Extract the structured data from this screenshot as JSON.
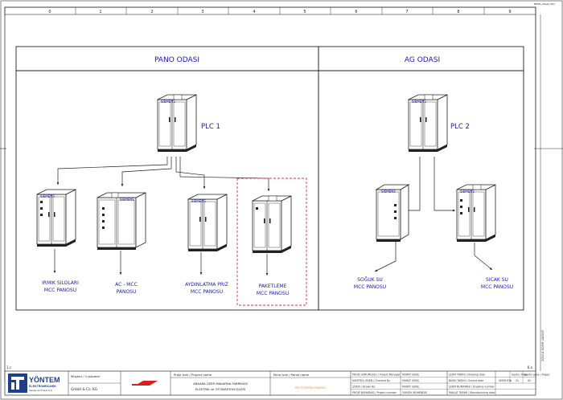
{
  "sheet": {
    "top_ruler": [
      "0",
      "1",
      "2",
      "3",
      "4",
      "5",
      "6",
      "7",
      "8",
      "9"
    ],
    "corner_mark": "NEMA_Sheet_001",
    "left_marker": "1.c",
    "right_marker": "6.a",
    "side_note": "2014 A ROOM LAYOUT"
  },
  "rooms": {
    "pano_odasi": "PANO ODASI",
    "ag_odasi": "AG ODASI"
  },
  "plcs": {
    "plc1": "PLC 1",
    "plc2": "PLC 2"
  },
  "panels": {
    "irmik": [
      "IRMIK SILOLARI",
      "MCC PANOSU"
    ],
    "ac": [
      "AC - MCC",
      "PANOSU"
    ],
    "aydinlatma": [
      "AYDINLATMA PRIZ",
      "MCC PANOSU"
    ],
    "paketleme": [
      "PAKETLEME",
      "MCC PANOSU"
    ],
    "soguk": [
      "SOĞUK SU",
      "MCC PANOSU"
    ],
    "sicak": [
      "SICAK SU",
      "MCC PANOSU"
    ]
  },
  "title_block": {
    "company_name": "YÖNTEM",
    "company_sub": "ELEKTROMEKANİK",
    "company_sub2": "Sanayi ve Ticaret A.Ş.",
    "customer_label": "Müşteri / Customer",
    "customer_value": "GmbH & Co. KG",
    "project_label": "Proje İsmi / Project name",
    "project_line1": "ANKARA ÜZER MAKARNA FABRİKASI",
    "project_line2": "ELEKTRİK ve OTOMASYON İŞLERİ",
    "panel_label": "Pano İsmi / Panel name",
    "panel_value": "PROTOPEPAN PANOSU",
    "rows": [
      [
        "PROJE SORUMLUSU / Project Manager",
        "MURAT GENÇ"
      ],
      [
        "KONTROL EDEN / Checked By",
        "MURAT GENÇ"
      ],
      [
        "ÇİZEN / Drawn By",
        "MURAT GENÇ"
      ],
      [
        "PROJE NUMARASI / Project number",
        "YÜKSEK MÜHENDİS"
      ]
    ],
    "rows2": [
      [
        "ÇİZİM TARİHİ / Drawing date",
        ""
      ],
      [
        "BASKI TARİHİ / Output date",
        ""
      ],
      [
        "ÇİZİM NUMARASI / Drawing number",
        ""
      ],
      [
        "İMALAT TARİHİ / Manufacturing date",
        ""
      ]
    ],
    "right_head": [
      "Sayfa / Page",
      "Sayfa sayısı / Pages"
    ],
    "right_vals": [
      "01",
      "02"
    ],
    "doc_title": "VERSİYON"
  }
}
